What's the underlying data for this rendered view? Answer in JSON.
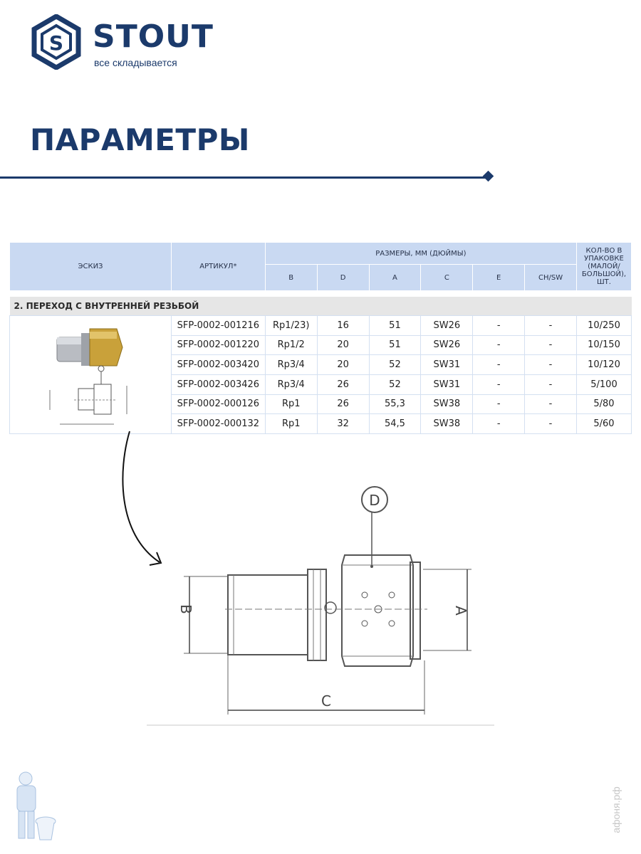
{
  "brand": {
    "name": "STOUT",
    "slogan": "все складывается",
    "color": "#1b3a6b"
  },
  "page_title": "ПАРАМЕТРЫ",
  "table": {
    "headers": {
      "sketch": "ЭСКИЗ",
      "article": "АРТИКУЛ*",
      "dimensions": "РАЗМЕРЫ, ММ (ДЮЙМЫ)",
      "package": "КОЛ-ВО В УПАКОВКЕ (МАЛОЙ/ БОЛЬШОЙ), ШТ.",
      "columns": [
        "B",
        "D",
        "A",
        "C",
        "E",
        "CH/SW"
      ]
    },
    "section_title": "2. ПЕРЕХОД С ВНУТРЕННЕЙ РЕЗЬБОЙ",
    "rows": [
      {
        "article": "SFP-0002-001216",
        "B": "Rp1/23)",
        "D": "16",
        "A": "51",
        "C": "SW26",
        "E": "-",
        "CHSW": "-",
        "pack": "10/250"
      },
      {
        "article": "SFP-0002-001220",
        "B": "Rp1/2",
        "D": "20",
        "A": "51",
        "C": "SW26",
        "E": "-",
        "CHSW": "-",
        "pack": "10/150"
      },
      {
        "article": "SFP-0002-003420",
        "B": "Rp3/4",
        "D": "20",
        "A": "52",
        "C": "SW31",
        "E": "-",
        "CHSW": "-",
        "pack": "10/120"
      },
      {
        "article": "SFP-0002-003426",
        "B": "Rp3/4",
        "D": "26",
        "A": "52",
        "C": "SW31",
        "E": "-",
        "CHSW": "-",
        "pack": "5/100"
      },
      {
        "article": "SFP-0002-000126",
        "B": "Rp1",
        "D": "26",
        "A": "55,3",
        "C": "SW38",
        "E": "-",
        "CHSW": "-",
        "pack": "5/80"
      },
      {
        "article": "SFP-0002-000132",
        "B": "Rp1",
        "D": "32",
        "A": "54,5",
        "C": "SW38",
        "E": "-",
        "CHSW": "-",
        "pack": "5/60"
      }
    ]
  },
  "drawing_labels": {
    "D": "D",
    "B": "B",
    "A": "A",
    "C": "C"
  },
  "watermark": "афоня.рф",
  "colors": {
    "header_bg": "#c9d9f2",
    "section_bg": "#e6e6e6",
    "accent": "#1b3a6b"
  }
}
